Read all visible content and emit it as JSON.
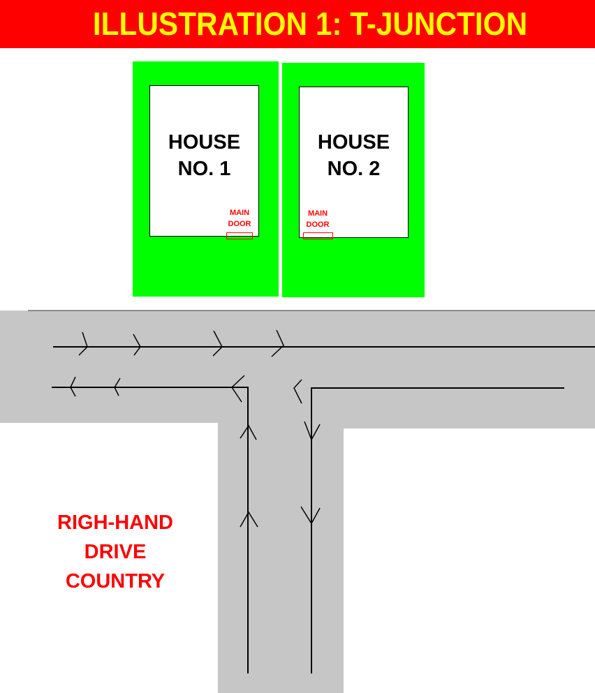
{
  "header": {
    "title": "ILLUSTRATION 1: T-JUNCTION",
    "background_color": "#ff0000",
    "text_color": "#ffff00"
  },
  "houses": [
    {
      "line1": "HOUSE",
      "line2": "NO. 1",
      "door_label_line1": "MAIN",
      "door_label_line2": "DOOR",
      "door_position": "bottom-right"
    },
    {
      "line1": "HOUSE",
      "line2": "NO. 2",
      "door_label_line1": "MAIN",
      "door_label_line2": "DOOR",
      "door_position": "bottom-left"
    }
  ],
  "road": {
    "color": "#c6c6c6",
    "lanes": [
      {
        "name": "top-lane-eastbound",
        "direction": "right",
        "arrow_count": 4
      },
      {
        "name": "lower-lane-westbound-left",
        "direction": "left",
        "arrow_count": 2
      },
      {
        "name": "lower-lane-westbound-right",
        "direction": "left",
        "arrow_count": 2
      },
      {
        "name": "stem-lane-northbound",
        "direction": "up",
        "arrow_count": 2
      },
      {
        "name": "stem-lane-southbound",
        "direction": "down",
        "arrow_count": 2
      }
    ]
  },
  "caption": {
    "line1": "RIGH-HAND",
    "line2": "DRIVE",
    "line3": "COUNTRY",
    "color": "#ff0000"
  },
  "colors": {
    "plot_green": "#00ff00",
    "lane_line": "#000000",
    "road_edge": "#8c8c8c"
  }
}
